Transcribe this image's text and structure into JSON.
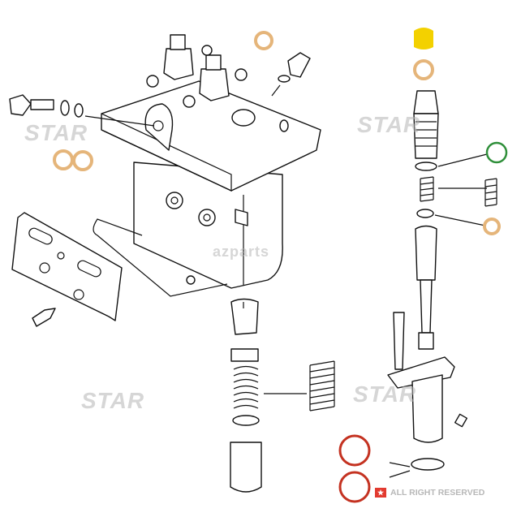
{
  "watermarks": {
    "brand": "STAR",
    "site": "azparts"
  },
  "footer": {
    "copyright": "ALL RIGHT RESERVED"
  },
  "colors": {
    "copper_washer": "#e5b57a",
    "cap": "#f3d100",
    "green_oring": "#2f8f3a",
    "red_oring": "#c43221",
    "line": "#111111"
  }
}
